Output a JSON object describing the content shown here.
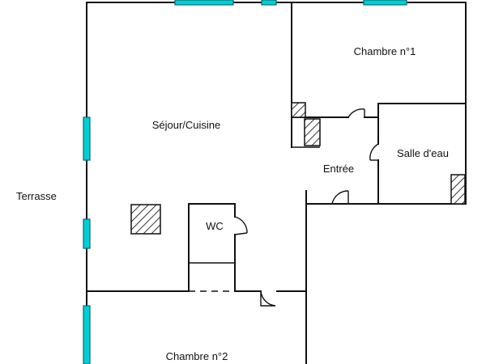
{
  "rooms": {
    "sejour": "Séjour/Cuisine",
    "chambre1": "Chambre n°1",
    "salle_eau": "Salle d'eau",
    "entree": "Entrée",
    "wc": "WC",
    "chambre2": "Chambre n°2"
  },
  "outside": {
    "terrasse": "Terrasse"
  },
  "colors": {
    "window": "#00cfd6",
    "wall": "#111111",
    "hatch": "#333333"
  }
}
